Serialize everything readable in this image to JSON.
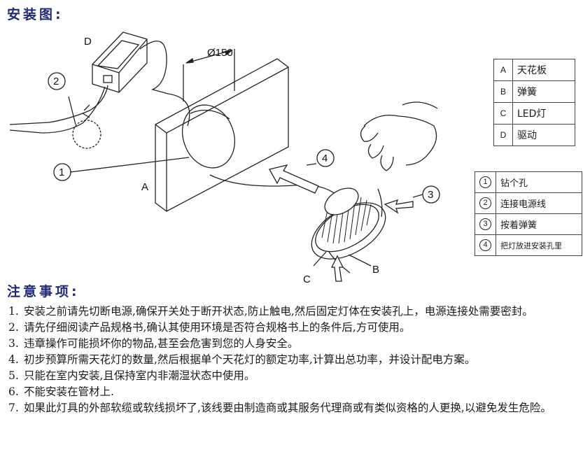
{
  "install_title": "安装图:",
  "notes_title": "注意事项:",
  "diagram_labels": {
    "diameter": "Ø150",
    "A": "A",
    "B": "B",
    "C": "C",
    "D": "D",
    "step1": "1",
    "step2": "2",
    "step3": "3",
    "step4": "4"
  },
  "parts_legend": [
    {
      "key": "A",
      "value": "天花板"
    },
    {
      "key": "B",
      "value": "弹簧"
    },
    {
      "key": "C",
      "value": "LED灯"
    },
    {
      "key": "D",
      "value": "驱动"
    }
  ],
  "steps_legend": [
    {
      "key": "1",
      "value": "钻个孔"
    },
    {
      "key": "2",
      "value": "连接电源线"
    },
    {
      "key": "3",
      "value": "按着弹簧"
    },
    {
      "key": "4",
      "value": "把灯放进安装孔里"
    }
  ],
  "notes": [
    {
      "num": "1.",
      "text": "安装之前请先切断电源,确保开关处于断开状态,防止触电,然后固定灯体在安装孔上，电源连接处需要密封。"
    },
    {
      "num": "2.",
      "text": "请先仔细阅读产品规格书,确认其使用环境是否符合规格书上的条件后,方可使用。"
    },
    {
      "num": "3.",
      "text": "违章操作可能损坏你的物品,甚至会危害到您的人身安全。"
    },
    {
      "num": "4.",
      "text": "初步预算所需天花灯的数量,然后根据单个天花灯的额定功率,计算出总功率，并设计配电方案。"
    },
    {
      "num": "5.",
      "text": "只能在室内安装,且保持室内非潮湿状态中使用。"
    },
    {
      "num": "6.",
      "text": "不能安装在管材上."
    },
    {
      "num": "7.",
      "text": "如果此灯具的外部软缆或软线损坏了,该线要由制造商或其服务代理商或有类似资格的人更换,以避免发生危险。"
    }
  ],
  "colors": {
    "title": "#1e2a78",
    "line": "#222222"
  }
}
